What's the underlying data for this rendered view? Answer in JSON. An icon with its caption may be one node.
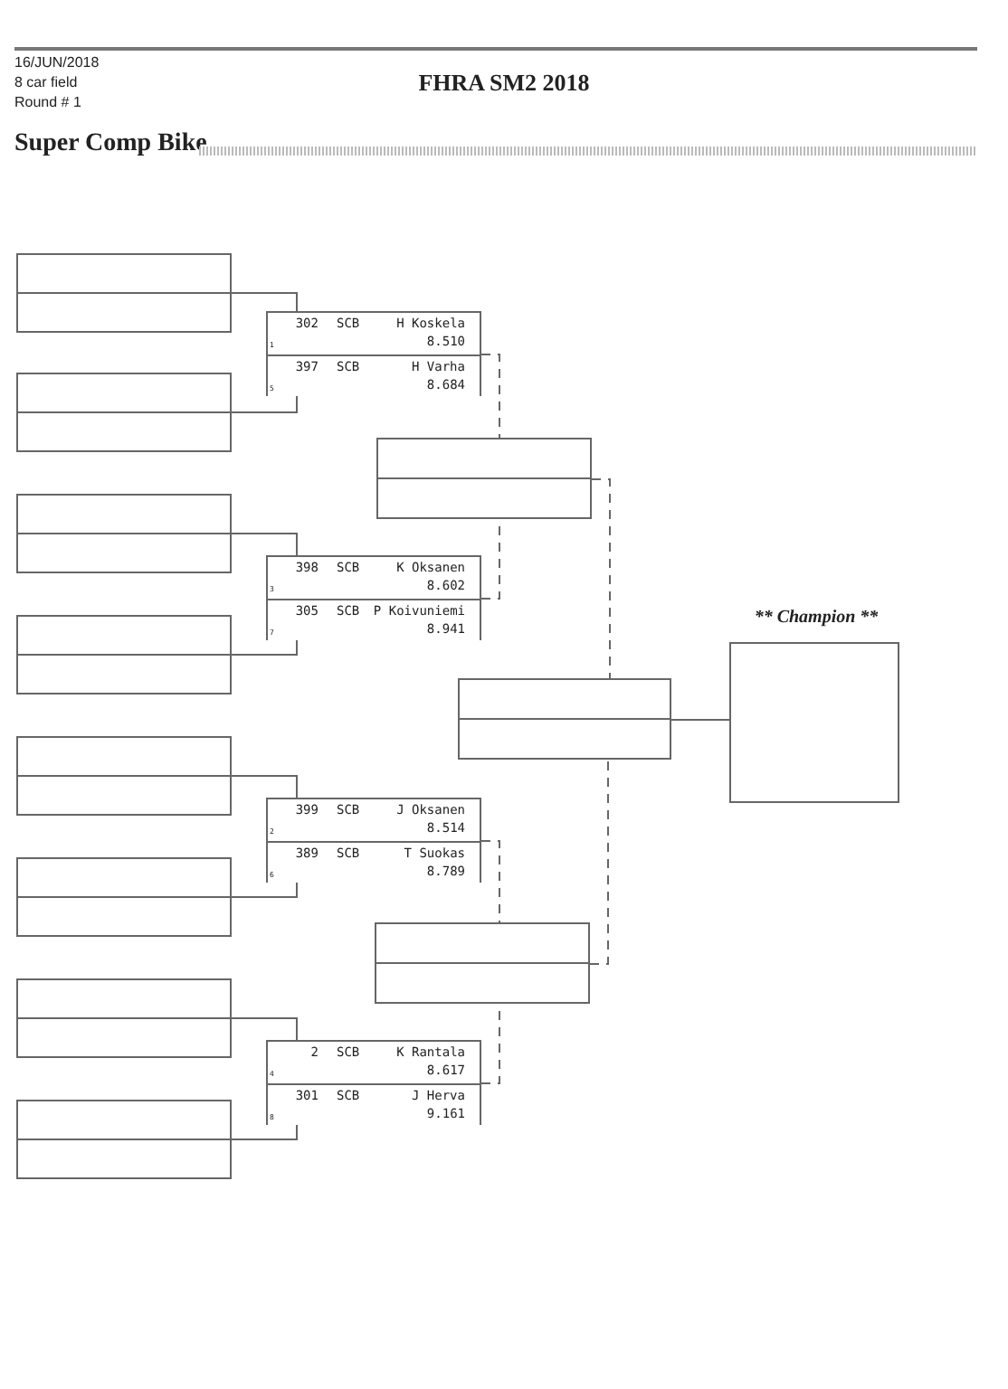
{
  "diagram": {
    "title": "FHRA SM2 2018",
    "nodes": [
      {
        "text": [],
        "shape": "box"
      },
      {
        "text": [],
        "shape": "box"
      },
      {
        "text": [],
        "shape": "box"
      },
      {
        "text": [],
        "shape": "box"
      },
      {
        "text": [],
        "shape": "box"
      },
      {
        "text": [],
        "shape": "box"
      },
      {
        "text": [],
        "shape": "box"
      },
      {
        "text": [],
        "shape": "box"
      },
      {
        "text": [],
        "shape": "box"
      },
      {
        "text": [
          "302",
          "SCB",
          "H Koskela",
          "1",
          "8.510"
        ],
        "in": 8
      },
      {
        "text": [
          "397",
          "SCB",
          "H Varha",
          "5",
          "8.684"
        ],
        "in": 8
      },
      {
        "text": [],
        "shape": "box"
      },
      {
        "text": [
          "398",
          "SCB",
          "K Oksanen",
          "3",
          "8.602"
        ],
        "in": 11
      },
      {
        "text": [
          "305",
          "SCB",
          "P Koivuniemi",
          "7",
          "8.941"
        ],
        "in": 11
      },
      {
        "text": [],
        "shape": "box"
      },
      {
        "text": [],
        "shape": "box"
      },
      {
        "text": [
          "399",
          "SCB",
          "J Oksanen",
          "2",
          "8.514"
        ],
        "in": 15
      },
      {
        "text": [
          "389",
          "SCB",
          "T Suokas",
          "6",
          "8.789"
        ],
        "in": 15
      },
      {
        "text": [],
        "shape": "box"
      },
      {
        "text": [
          "2",
          "SCB",
          "K Rantala",
          "4",
          "8.617"
        ],
        "in": 18
      },
      {
        "text": [
          "301",
          "SCB",
          "J Herva",
          "8",
          "9.161"
        ],
        "in": 18
      },
      {
        "text": [],
        "shape": "box"
      },
      {
        "text": [],
        "shape": "box"
      },
      {
        "text": [
          "** Champion **"
        ]
      }
    ],
    "edges": [
      {
        "from": 0,
        "to": 9,
        "arrow": "none"
      },
      {
        "from": 1,
        "to": 10,
        "arrow": "none"
      },
      {
        "from": 2,
        "to": 12,
        "arrow": "none"
      },
      {
        "from": 3,
        "to": 13,
        "arrow": "none"
      },
      {
        "from": 4,
        "to": 16,
        "arrow": "none"
      },
      {
        "from": 5,
        "to": 17,
        "arrow": "none"
      },
      {
        "from": 6,
        "to": 19,
        "arrow": "none"
      },
      {
        "from": 7,
        "to": 20,
        "arrow": "none"
      },
      {
        "from": 8,
        "to": 14,
        "arrow": "none",
        "style": "dashed"
      },
      {
        "from": 11,
        "to": 14,
        "arrow": "none",
        "style": "dashed"
      },
      {
        "from": 15,
        "to": 21,
        "arrow": "none",
        "style": "dashed"
      },
      {
        "from": 18,
        "to": 21,
        "arrow": "none",
        "style": "dashed"
      },
      {
        "from": 14,
        "to": 22,
        "arrow": "none",
        "style": "dashed"
      },
      {
        "from": 21,
        "to": 22,
        "arrow": "none",
        "style": "dashed"
      },
      {
        "from": 22,
        "to": 23,
        "arrow": "none"
      }
    ],
    "labels": [
      "16/JUN/2018",
      "8 car field",
      "Round # 1",
      "Super Comp Bike"
    ]
  }
}
